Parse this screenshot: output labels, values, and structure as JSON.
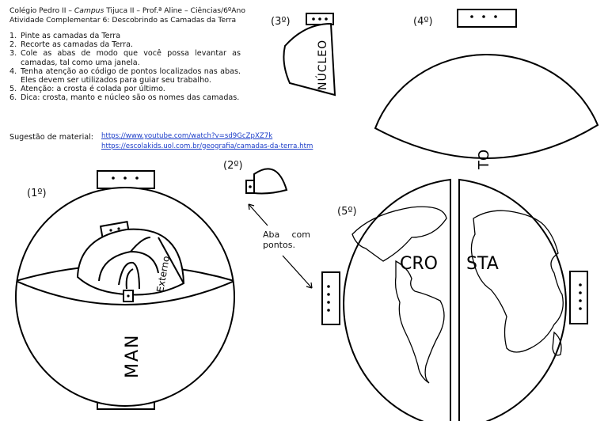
{
  "header": {
    "line1_a": "Colégio Pedro II – ",
    "line1_campus": "Campus",
    "line1_b": " Tijuca II – Prof.ª Aline – Ciências/6ºAno",
    "line2": "Atividade Complementar 6: Descobrindo as Camadas da Terra"
  },
  "instructions": [
    {
      "n": "1.",
      "text": "Pinte as camadas da Terra"
    },
    {
      "n": "2.",
      "text": "Recorte as camadas da Terra."
    },
    {
      "n": "3.",
      "text": "Cole as abas de modo que você possa levantar as camadas, tal como uma janela."
    },
    {
      "n": "4.",
      "text": "Tenha atenção ao código de pontos localizados nas abas. Eles devem ser utilizados para guiar seu trabalho."
    },
    {
      "n": "5.",
      "text": "Atenção: a crosta é colada por último."
    },
    {
      "n": "6.",
      "text": "Dica: crosta, manto e núcleo são os nomes das camadas."
    }
  ],
  "suggestion_label": "Sugestão de material:",
  "links": [
    "https://www.youtube.com/watch?v=sd9GcZpXZ7k",
    "https://escolakids.uol.com.br/geografia/camadas-da-terra.htm"
  ],
  "step_labels": {
    "s1": "(1º)",
    "s2": "(2º)",
    "s3": "(3º)",
    "s4": "(4º)",
    "s5": "(5º)"
  },
  "shape_text": {
    "nucleo": "NÚCLEO",
    "to": "TO",
    "externo": "Externo",
    "man": "MAN",
    "cro": "CRO",
    "sta": "STA"
  },
  "tab_note": "Aba com pontos."
}
